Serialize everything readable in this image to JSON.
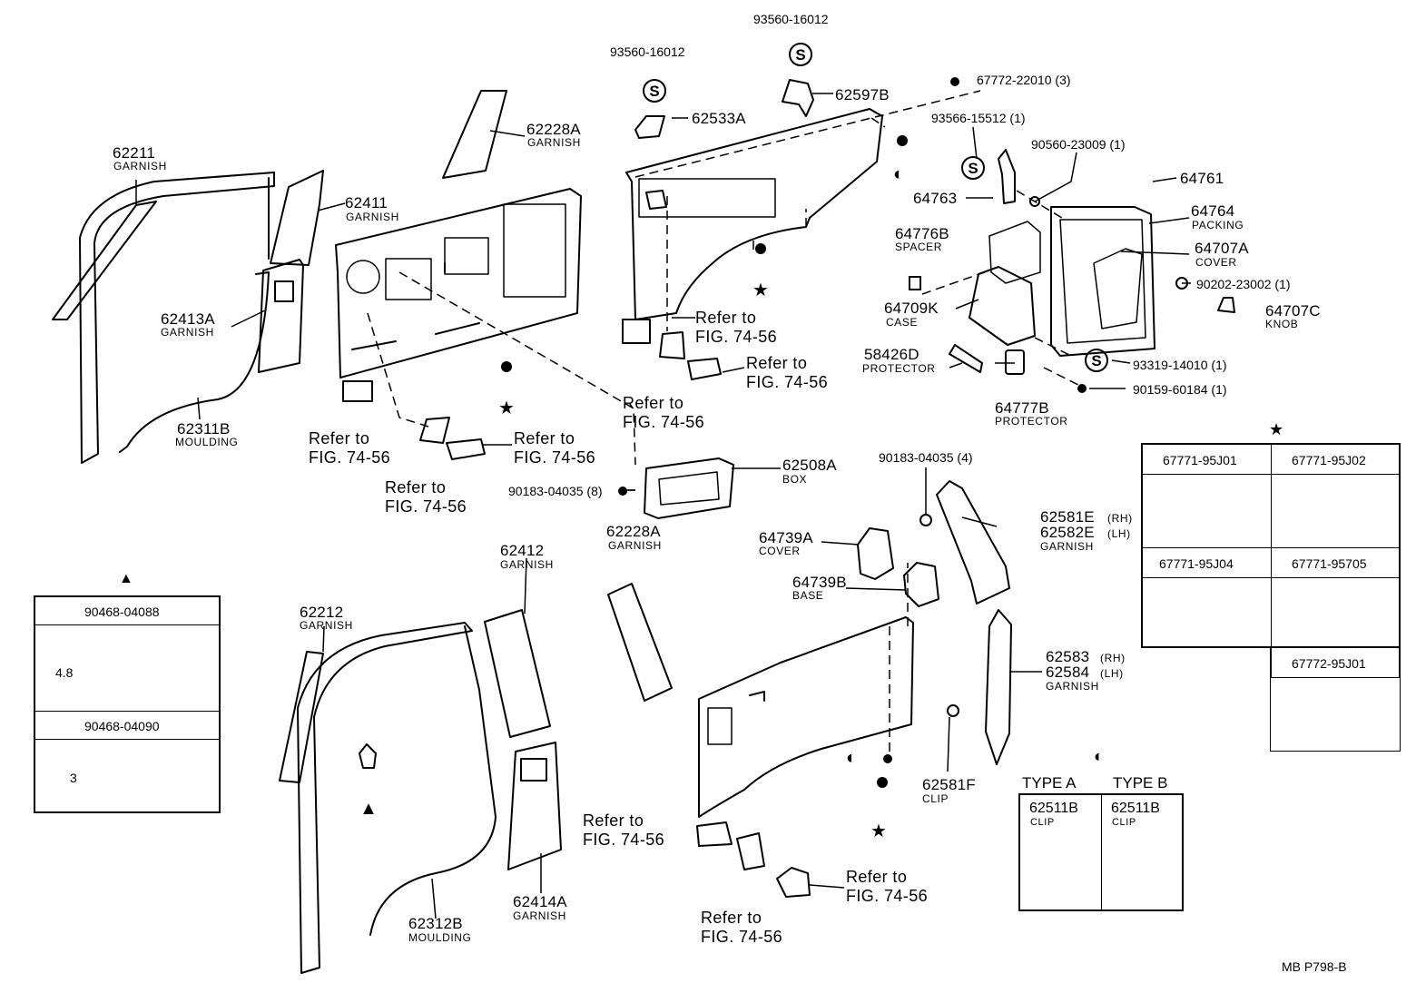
{
  "labels": {
    "p62211": "62211",
    "p62211_name": "GARNISH",
    "p62228A_top": "62228A",
    "p62228A_top_name": "GARNISH",
    "p62411": "62411",
    "p62411_name": "GARNISH",
    "p62413A": "62413A",
    "p62413A_name": "GARNISH",
    "p62311B": "62311B",
    "p62311B_name": "MOULDING",
    "p93560_a": "93560-16012",
    "p93560_b": "93560-16012",
    "p62533A": "62533A",
    "p62597B": "62597B",
    "p67772_22010": "67772-22010 (3)",
    "p93566": "93566-15512 (1)",
    "p90560": "90560-23009 (1)",
    "p64761": "64761",
    "p64763": "64763",
    "p64764": "64764",
    "p64764_name": "PACKING",
    "p64776B": "64776B",
    "p64776B_name": "SPACER",
    "p64707A": "64707A",
    "p64707A_name": "COVER",
    "p90202": "90202-23002 (1)",
    "p64709K": "64709K",
    "p64709K_name": "CASE",
    "p64707C": "64707C",
    "p64707C_name": "KNOB",
    "p58426D": "58426D",
    "p58426D_name": "PROTECTOR",
    "p93319": "93319-14010 (1)",
    "p90159": "90159-60184 (1)",
    "p64777B": "64777B",
    "p64777B_name": "PROTECTOR",
    "p62508A": "62508A",
    "p62508A_name": "BOX",
    "p90183_8": "90183-04035 (8)",
    "p90183_4": "90183-04035 (4)",
    "p62228A_bot": "62228A",
    "p62228A_bot_name": "GARNISH",
    "p64739A": "64739A",
    "p64739A_name": "COVER",
    "p64739B": "64739B",
    "p64739B_name": "BASE",
    "p62581E": "62581E",
    "p62581E_side": "(RH)",
    "p62582E": "62582E",
    "p62582E_side": "(LH)",
    "p62582E_name": "GARNISH",
    "p62412": "62412",
    "p62412_name": "GARNISH",
    "p62212": "62212",
    "p62212_name": "GARNISH",
    "p62583": "62583",
    "p62583_side": "(RH)",
    "p62584": "62584",
    "p62584_side": "(LH)",
    "p62584_name": "GARNISH",
    "p62581F": "62581F",
    "p62581F_name": "CLIP",
    "p62312B": "62312B",
    "p62312B_name": "MOULDING",
    "p62414A": "62414A",
    "p62414A_name": "GARNISH",
    "footer_code": "MB  P798-B"
  },
  "refs": {
    "refer_to": "Refer to",
    "fig": "FIG. 74-56"
  },
  "star_table": {
    "symbol": "★",
    "cells": [
      "67771-95J01",
      "67771-95J02",
      "67771-95J04",
      "67771-95705",
      "67772-95J01"
    ]
  },
  "triangle_table": {
    "symbol": "▲",
    "rows": [
      {
        "part": "90468-04088",
        "dim": "4.8"
      },
      {
        "part": "90468-04090",
        "dim": "3"
      }
    ]
  },
  "type_table": {
    "symbol": "◐",
    "type_a": "TYPE  A",
    "type_b": "TYPE  B",
    "part_a": "62511B",
    "part_a_name": "CLIP",
    "part_b": "62511B",
    "part_b_name": "CLIP"
  },
  "markers": {
    "s": "S",
    "star": "★",
    "half": "◐",
    "tri": "▲"
  }
}
